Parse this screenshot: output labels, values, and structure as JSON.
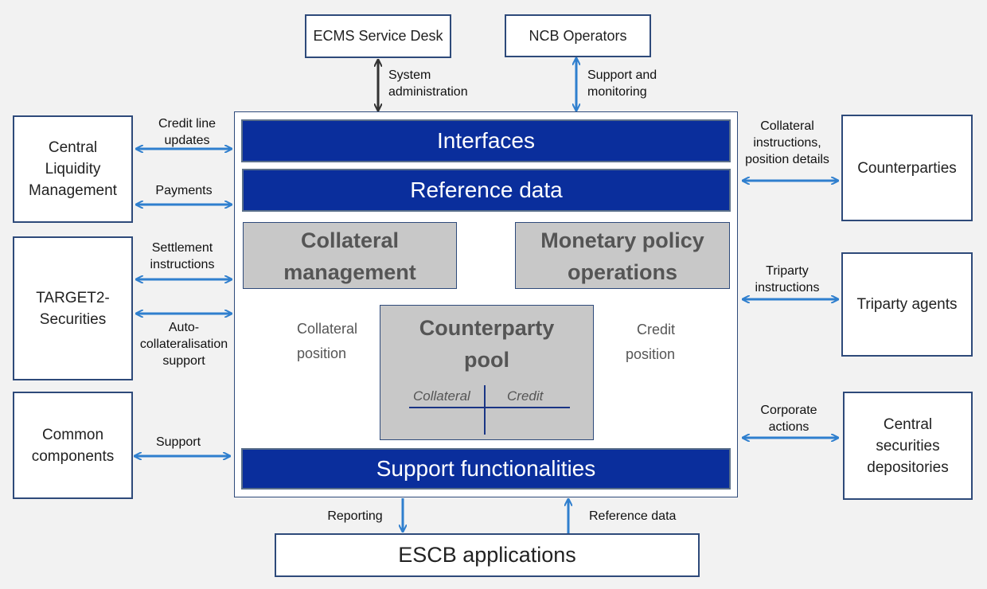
{
  "top_boxes": {
    "service_desk": "ECMS Service Desk",
    "ncb_operators": "NCB Operators"
  },
  "top_labels": {
    "system_admin": [
      "System",
      "administration"
    ],
    "support_monitoring": [
      "Support and",
      "monitoring"
    ]
  },
  "left_boxes": {
    "clm": [
      "Central",
      "Liquidity",
      "Management"
    ],
    "t2s": [
      "TARGET2-",
      "Securities"
    ],
    "common": [
      "Common",
      "components"
    ]
  },
  "left_labels": {
    "credit_line": [
      "Credit line",
      "updates"
    ],
    "payments": "Payments",
    "settlement": [
      "Settlement",
      "instructions"
    ],
    "auto_coll": [
      "Auto-",
      "collateralisation",
      "support"
    ],
    "support": "Support"
  },
  "right_boxes": {
    "counterparties": "Counterparties",
    "triparty_agents": "Triparty agents",
    "csd": [
      "Central",
      "securities",
      "depositories"
    ]
  },
  "right_labels": {
    "collateral_instr": [
      "Collateral",
      "instructions,",
      "position details"
    ],
    "triparty_instr": [
      "Triparty",
      "instructions"
    ],
    "corporate": [
      "Corporate",
      "actions"
    ]
  },
  "bars": {
    "interfaces": "Interfaces",
    "reference_data": "Reference data",
    "support_functionalities": "Support functionalities"
  },
  "modules": {
    "collateral_mgmt": [
      "Collateral",
      "management"
    ],
    "monetary_policy": [
      "Monetary policy",
      "operations"
    ],
    "counterparty_pool": [
      "Counterparty",
      "pool"
    ],
    "pool_collateral": "Collateral",
    "pool_credit": "Credit"
  },
  "inner_labels": {
    "collateral_position": [
      "Collateral",
      "position"
    ],
    "credit_position": [
      "Credit",
      "position"
    ]
  },
  "bottom_labels": {
    "reporting": "Reporting",
    "reference_data": "Reference data"
  },
  "bottom_box": "ESCB applications",
  "colors": {
    "bar_blue": "#0a2e9c",
    "arrow_blue": "#2f7fce",
    "arrow_dark": "#333333",
    "module_grey": "#c8c8c8"
  }
}
